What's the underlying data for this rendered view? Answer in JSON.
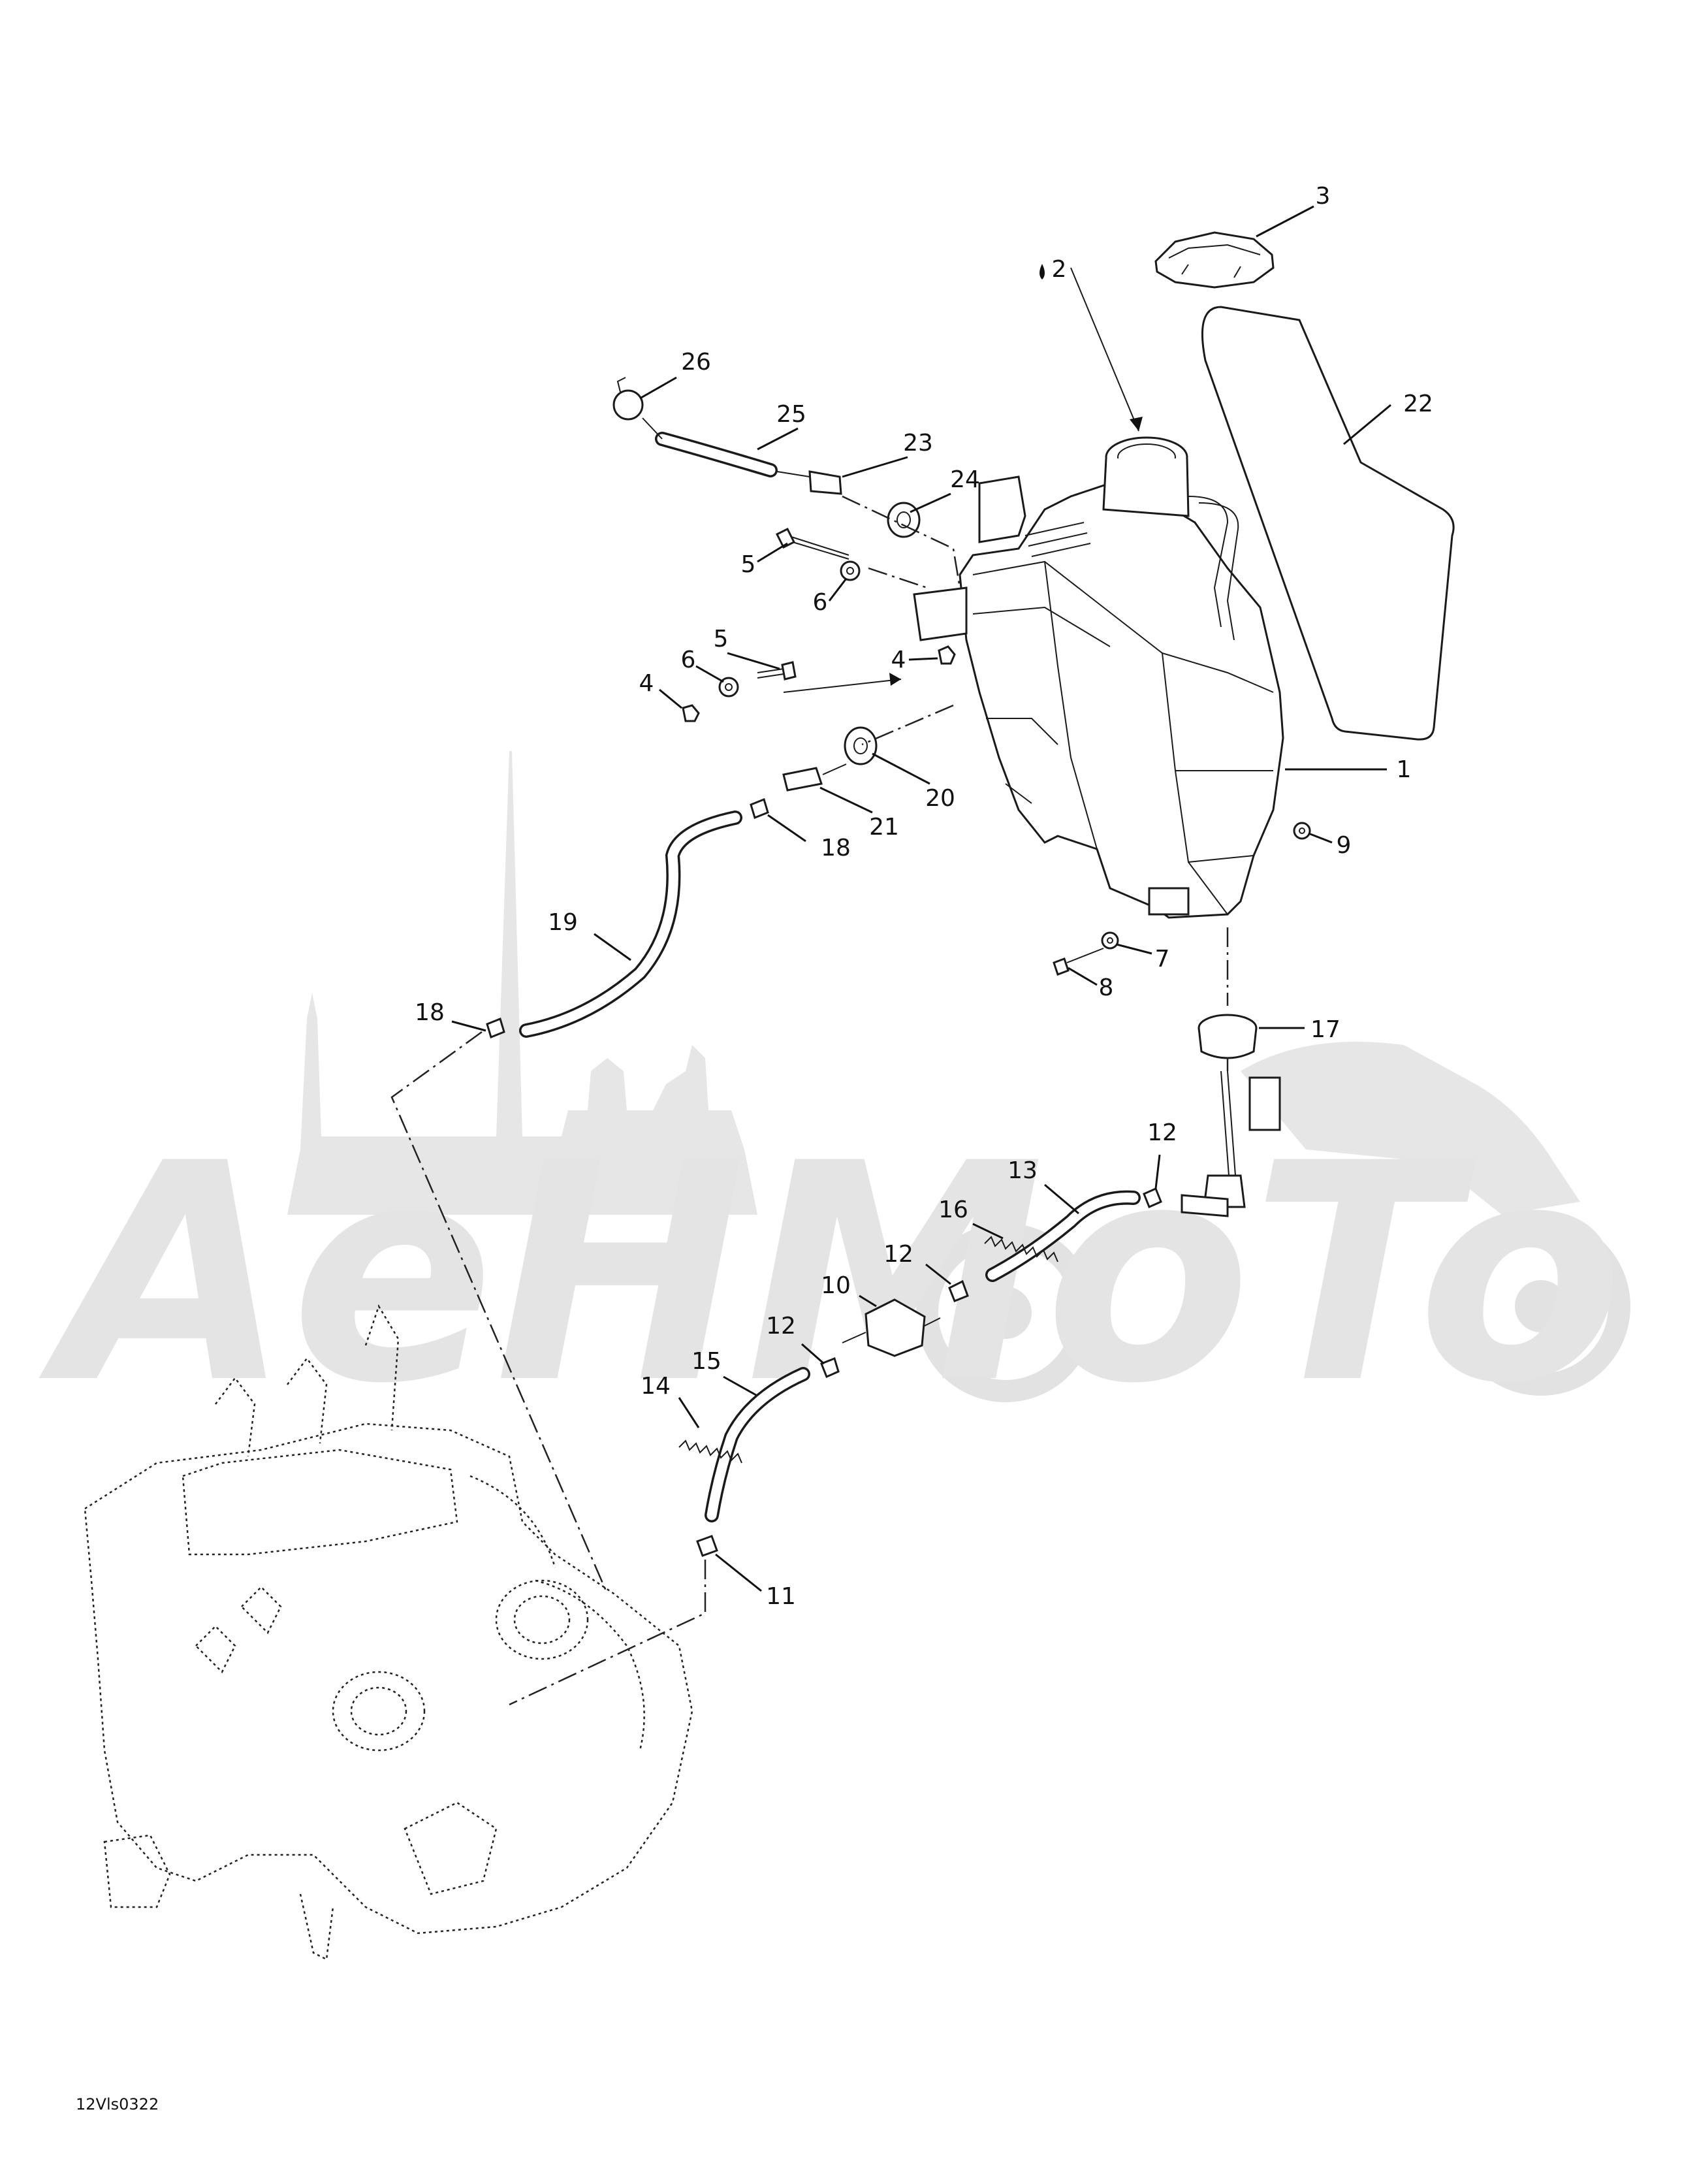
{
  "diagram": {
    "reference_code": "12Vls0322",
    "watermark": "AeHMoTo",
    "callouts": [
      {
        "id": "c1",
        "label": "1"
      },
      {
        "id": "c2",
        "label": "2"
      },
      {
        "id": "c3",
        "label": "3"
      },
      {
        "id": "c4a",
        "label": "4"
      },
      {
        "id": "c4b",
        "label": "4"
      },
      {
        "id": "c5a",
        "label": "5"
      },
      {
        "id": "c5b",
        "label": "5"
      },
      {
        "id": "c6a",
        "label": "6"
      },
      {
        "id": "c6b",
        "label": "6"
      },
      {
        "id": "c7",
        "label": "7"
      },
      {
        "id": "c8",
        "label": "8"
      },
      {
        "id": "c9",
        "label": "9"
      },
      {
        "id": "c10",
        "label": "10"
      },
      {
        "id": "c11",
        "label": "11"
      },
      {
        "id": "c12a",
        "label": "12"
      },
      {
        "id": "c12b",
        "label": "12"
      },
      {
        "id": "c12c",
        "label": "12"
      },
      {
        "id": "c13",
        "label": "13"
      },
      {
        "id": "c14",
        "label": "14"
      },
      {
        "id": "c15",
        "label": "15"
      },
      {
        "id": "c16",
        "label": "16"
      },
      {
        "id": "c17",
        "label": "17"
      },
      {
        "id": "c18a",
        "label": "18"
      },
      {
        "id": "c18b",
        "label": "18"
      },
      {
        "id": "c19",
        "label": "19"
      },
      {
        "id": "c20",
        "label": "20"
      },
      {
        "id": "c21",
        "label": "21"
      },
      {
        "id": "c22",
        "label": "22"
      },
      {
        "id": "c23",
        "label": "23"
      },
      {
        "id": "c24",
        "label": "24"
      },
      {
        "id": "c25",
        "label": "25"
      },
      {
        "id": "c26",
        "label": "26"
      }
    ]
  }
}
